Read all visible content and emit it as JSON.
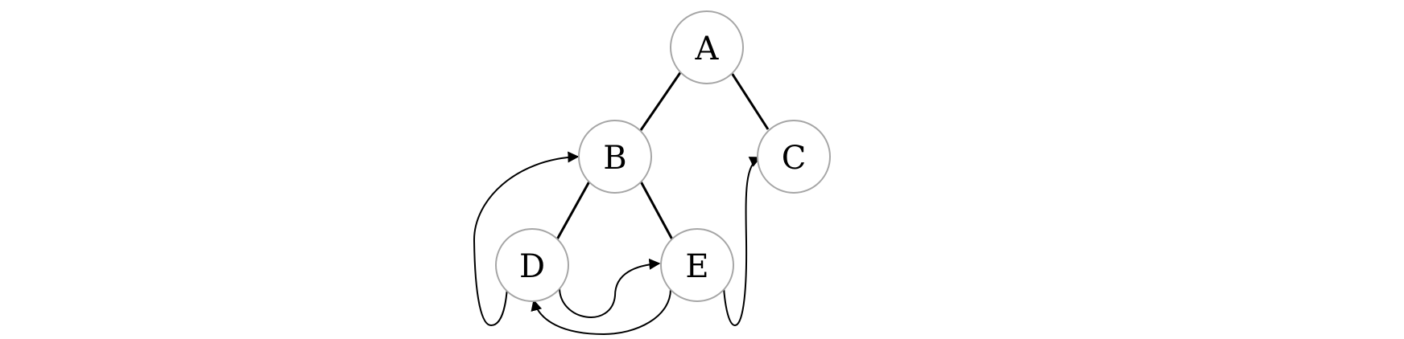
{
  "diagram": {
    "nodes": [
      {
        "id": "A",
        "label": "A"
      },
      {
        "id": "B",
        "label": "B"
      },
      {
        "id": "C",
        "label": "C"
      },
      {
        "id": "D",
        "label": "D"
      },
      {
        "id": "E",
        "label": "E"
      }
    ],
    "tree_edges": [
      {
        "from": "A",
        "to": "B"
      },
      {
        "from": "A",
        "to": "C"
      },
      {
        "from": "B",
        "to": "D"
      },
      {
        "from": "B",
        "to": "E"
      }
    ],
    "thread_arrows": [
      {
        "from": "D",
        "to": "B",
        "directed": true
      },
      {
        "from": "D",
        "to": "E",
        "directed": true
      },
      {
        "from": "E",
        "to": "D",
        "directed": true
      },
      {
        "from": "E",
        "to": "C",
        "directed": true
      }
    ],
    "colors": {
      "node_border": "#a6a6a6",
      "edge": "#000000",
      "background": "#ffffff"
    }
  }
}
